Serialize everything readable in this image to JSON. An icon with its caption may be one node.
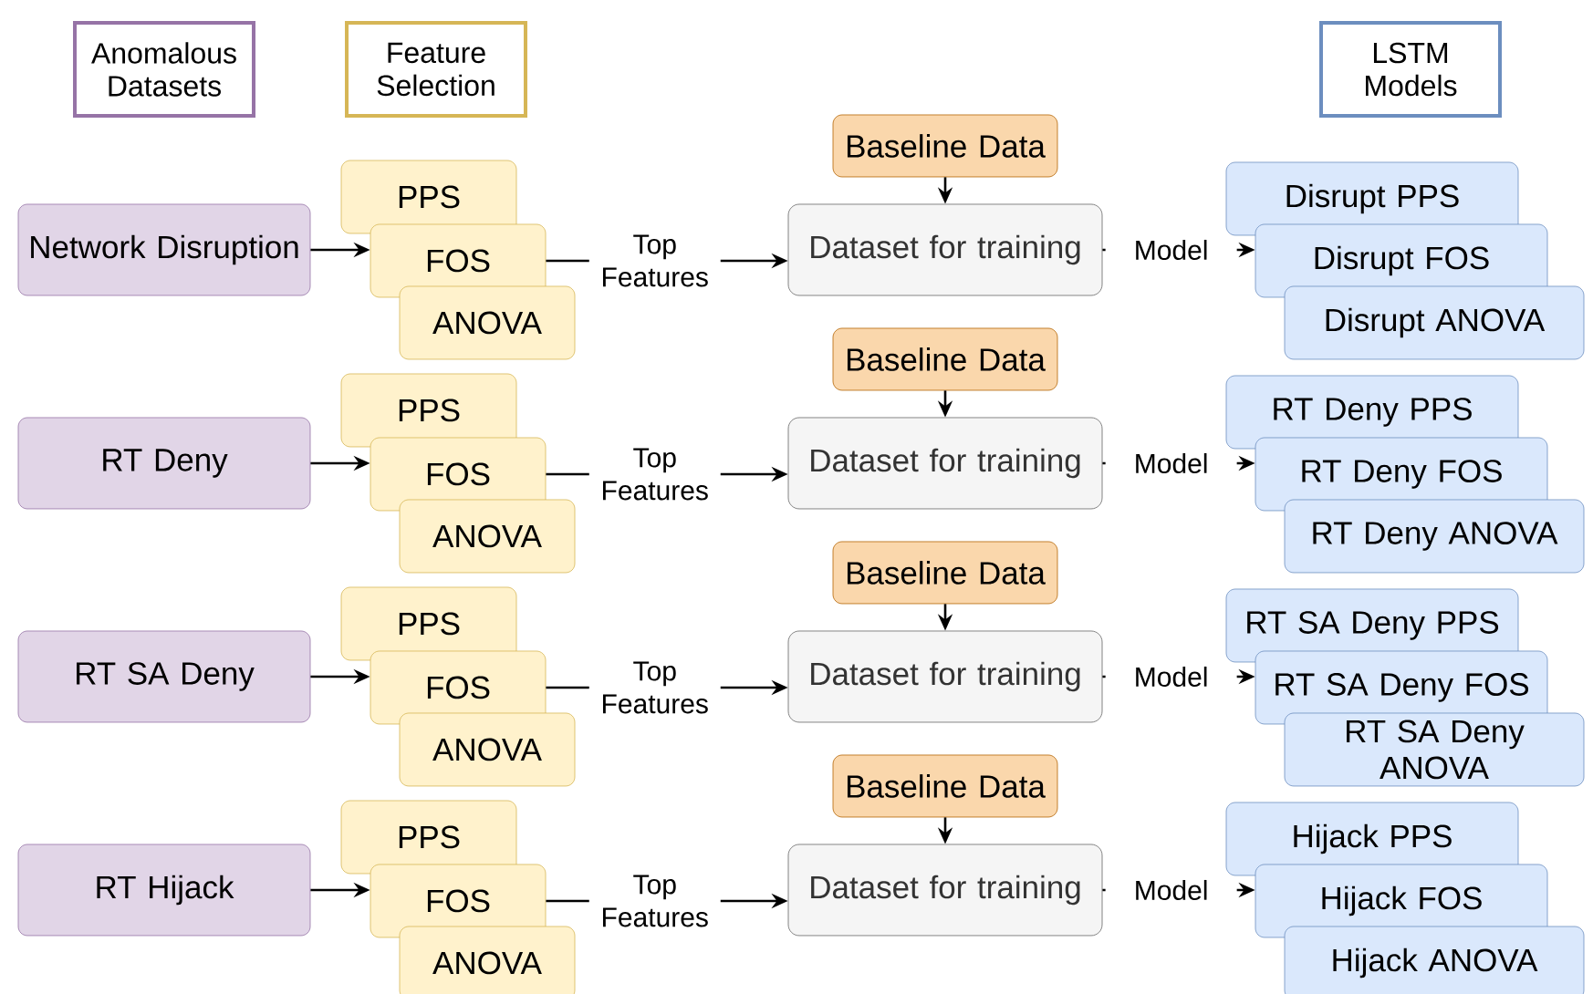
{
  "diagram": {
    "nodes": [
      {
        "text": [
          "Anomalous Datasets"
        ]
      },
      {
        "text": [
          "Feature Selection"
        ]
      },
      {
        "text": [
          "LSTM Models"
        ]
      },
      {
        "text": [
          "Network Disruption"
        ]
      },
      {
        "text": [
          "PPS"
        ]
      },
      {
        "text": [
          "FOS"
        ]
      },
      {
        "text": [
          "ANOVA"
        ]
      },
      {
        "text": [
          "Baseline Data"
        ]
      },
      {
        "text": [
          "Dataset for training"
        ]
      },
      {
        "text": [
          "Disrupt PPS"
        ]
      },
      {
        "text": [
          "Disrupt FOS"
        ]
      },
      {
        "text": [
          "Disrupt ANOVA"
        ]
      },
      {
        "text": [
          "RT Deny"
        ]
      },
      {
        "text": [
          "PPS"
        ]
      },
      {
        "text": [
          "FOS"
        ]
      },
      {
        "text": [
          "ANOVA"
        ]
      },
      {
        "text": [
          "Baseline Data"
        ]
      },
      {
        "text": [
          "Dataset for training"
        ]
      },
      {
        "text": [
          "RT Deny PPS"
        ]
      },
      {
        "text": [
          "RT Deny FOS"
        ]
      },
      {
        "text": [
          "RT Deny ANOVA"
        ]
      },
      {
        "text": [
          "RT SA Deny"
        ]
      },
      {
        "text": [
          "PPS"
        ]
      },
      {
        "text": [
          "FOS"
        ]
      },
      {
        "text": [
          "ANOVA"
        ]
      },
      {
        "text": [
          "Baseline Data"
        ]
      },
      {
        "text": [
          "Dataset for training"
        ]
      },
      {
        "text": [
          "RT SA Deny PPS"
        ]
      },
      {
        "text": [
          "RT SA Deny FOS"
        ]
      },
      {
        "text": [
          "RT SA Deny ANOVA"
        ]
      },
      {
        "text": [
          "RT Hijack"
        ]
      },
      {
        "text": [
          "PPS"
        ]
      },
      {
        "text": [
          "FOS"
        ]
      },
      {
        "text": [
          "ANOVA"
        ]
      },
      {
        "text": [
          "Baseline Data"
        ]
      },
      {
        "text": [
          "Dataset for training"
        ]
      },
      {
        "text": [
          "Hijack PPS"
        ]
      },
      {
        "text": [
          "Hijack FOS"
        ]
      },
      {
        "text": [
          "Hijack ANOVA"
        ]
      }
    ],
    "edges": [
      {
        "from": 3,
        "to": 5,
        "arrow": "to"
      },
      {
        "from": 5,
        "to": 8,
        "arrow": "to",
        "label": "Top Features"
      },
      {
        "from": 7,
        "to": 8,
        "arrow": "to"
      },
      {
        "from": 8,
        "to": 10,
        "arrow": "to",
        "label": "Model"
      },
      {
        "from": 12,
        "to": 14,
        "arrow": "to"
      },
      {
        "from": 14,
        "to": 17,
        "arrow": "to",
        "label": "Top Features"
      },
      {
        "from": 16,
        "to": 17,
        "arrow": "to"
      },
      {
        "from": 17,
        "to": 19,
        "arrow": "to",
        "label": "Model"
      },
      {
        "from": 21,
        "to": 23,
        "arrow": "to"
      },
      {
        "from": 23,
        "to": 26,
        "arrow": "to",
        "label": "Top Features"
      },
      {
        "from": 25,
        "to": 26,
        "arrow": "to"
      },
      {
        "from": 26,
        "to": 28,
        "arrow": "to",
        "label": "Model"
      },
      {
        "from": 30,
        "to": 32,
        "arrow": "to"
      },
      {
        "from": 32,
        "to": 35,
        "arrow": "to",
        "label": "Top Features"
      },
      {
        "from": 34,
        "to": 35,
        "arrow": "to"
      },
      {
        "from": 35,
        "to": 37,
        "arrow": "to",
        "label": "Model"
      }
    ]
  }
}
